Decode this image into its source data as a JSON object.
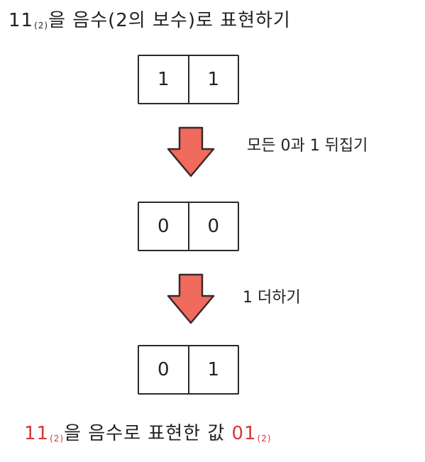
{
  "title": {
    "number": "11",
    "base": "(2)",
    "text": "을 음수(2의 보수)로 표현하기"
  },
  "boxes": [
    {
      "cells": [
        "1",
        "1"
      ]
    },
    {
      "cells": [
        "0",
        "0"
      ]
    },
    {
      "cells": [
        "0",
        "1"
      ]
    }
  ],
  "steps": [
    {
      "label": "모든 0과 1 뒤집기"
    },
    {
      "label": "1 더하기"
    }
  ],
  "result": {
    "number": "11",
    "base": "(2)",
    "text": "을 음수로 표현한 값 ",
    "value": "01",
    "value_base": "(2)"
  },
  "colors": {
    "arrow_fill": "#f06a5e",
    "arrow_stroke": "#3a2a2a",
    "highlight": "#d23a3a"
  }
}
